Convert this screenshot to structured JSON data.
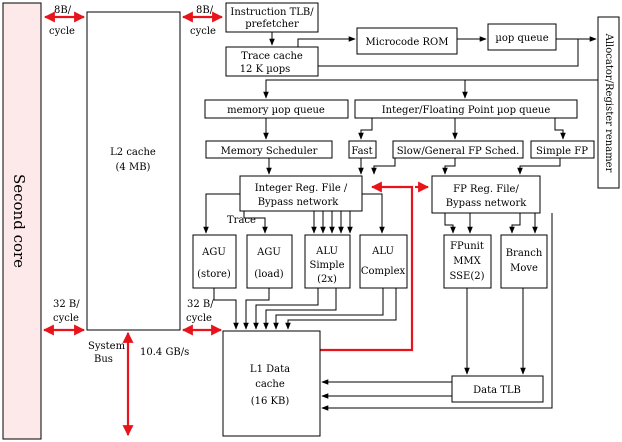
{
  "colors": {
    "second_core_fill": "#fde8ea",
    "red_bus": "#e8141c",
    "line": "#000000"
  },
  "second_core": {
    "label": "Second core"
  },
  "l2_cache": {
    "line1": "L2 cache",
    "line2": "(4 MB)"
  },
  "bandwidth": {
    "left_top_1": "8B/",
    "left_top_2": "cycle",
    "right_top_1": "8B/",
    "right_top_2": "cycle",
    "left_bottom_1": "32 B/",
    "left_bottom_2": "cycle",
    "right_bottom_1": "32 B/",
    "right_bottom_2": "cycle"
  },
  "system_bus": {
    "line1": "System",
    "line2": "Bus",
    "rate": "10.4 GB/s"
  },
  "front_end": {
    "itlb_line1": "Instruction TLB/",
    "itlb_line2": "prefetcher",
    "trace_line1": "Trace cache",
    "trace_line2": "12 K µops",
    "microcode_rom": "Microcode ROM",
    "uop_queue": "µop queue",
    "allocator": "Allocator/Register renamer"
  },
  "queues": {
    "memory_uop_queue": "memory µop queue",
    "int_fp_uop_queue": "Integer/Floating Point  µop queue"
  },
  "schedulers": {
    "memory": "Memory Scheduler",
    "fast": "Fast",
    "slow_general_fp": "Slow/General FP Sched.",
    "simple_fp": "Simple FP"
  },
  "int_regfile": {
    "line1": "Integer Reg. File  /",
    "line2": "Bypass network"
  },
  "fp_regfile": {
    "line1": "FP Reg. File/",
    "line2": "Bypass network"
  },
  "trace_label": "Trace",
  "units": {
    "agu_store_1": "AGU",
    "agu_store_2": "(store)",
    "agu_load_1": "AGU",
    "agu_load_2": "(load)",
    "alu_simple_1": "ALU",
    "alu_simple_2": "Simple",
    "alu_simple_3": "(2x)",
    "alu_complex_1": "ALU",
    "alu_complex_2": "Complex",
    "fp_1": "FPunit",
    "fp_2": "MMX",
    "fp_3": "SSE(2)",
    "branch_1": "Branch",
    "branch_2": "Move"
  },
  "l1_cache": {
    "line1": "L1 Data",
    "line2": "cache",
    "line3": "(16 KB)"
  },
  "data_tlb": "Data TLB"
}
